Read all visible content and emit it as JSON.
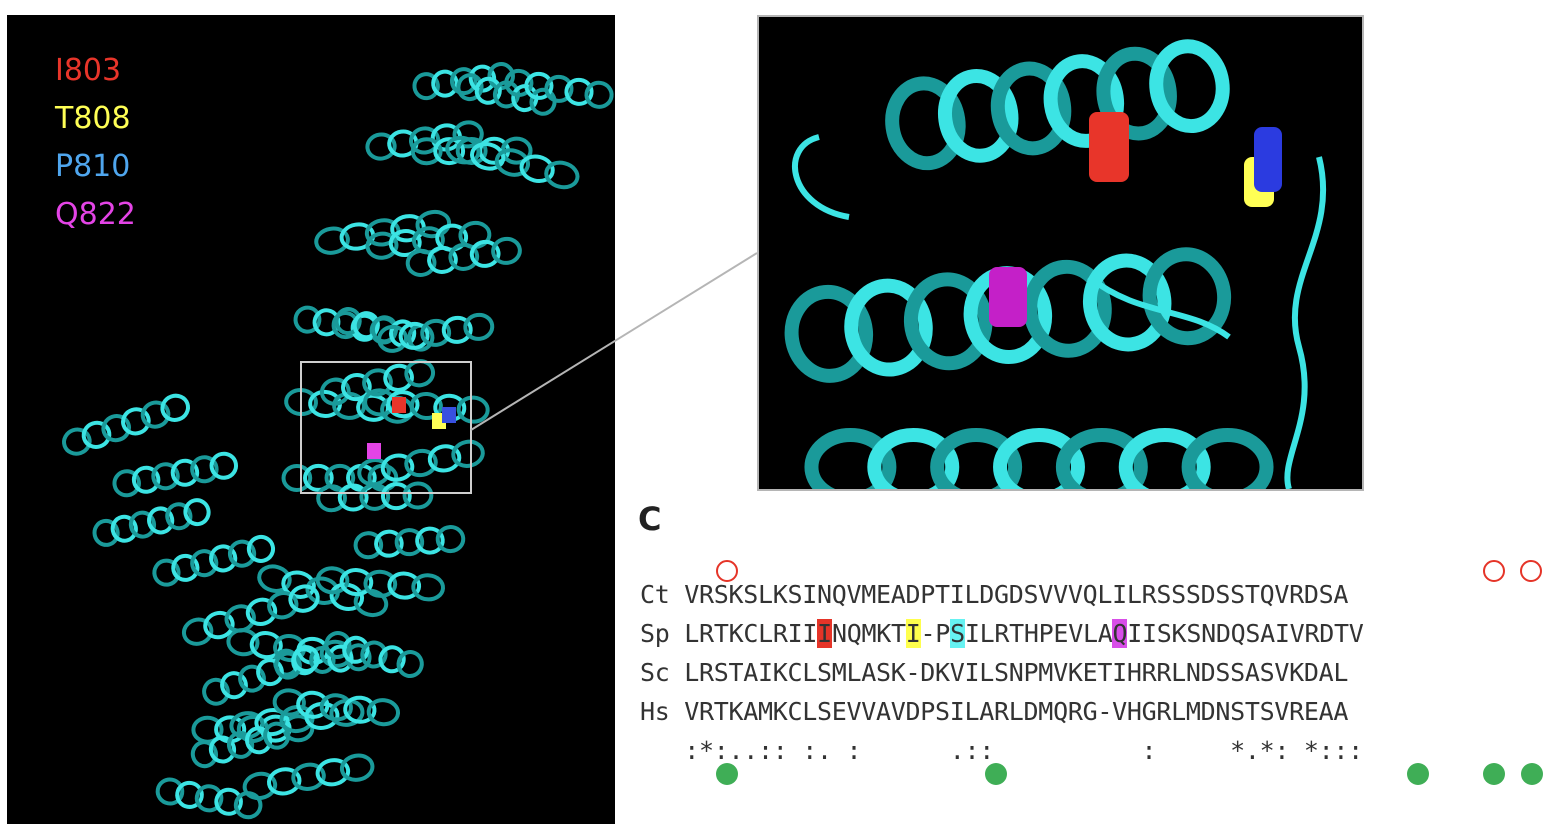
{
  "legend": [
    {
      "label": "I803",
      "color": "#e8352a"
    },
    {
      "label": "T808",
      "color": "#ffff55"
    },
    {
      "label": "P810",
      "color": "#4fa6ee"
    },
    {
      "label": "Q822",
      "color": "#e444e6"
    }
  ],
  "colors": {
    "helix": "#3ce4e4",
    "helix_dark": "#1a9a9a",
    "highlight_box": "#cfcfcf"
  },
  "panel_label": "C",
  "alignment": {
    "rows": [
      {
        "species": "Ct",
        "sequence": "VRSKSLKSINQVMEADPTILDGDSVVVQLILRSSSDSSTQVRDSA"
      },
      {
        "species": "Sp",
        "sequence": "LRTKCLRIIINQMKTI-PSILRTHPEVLAQIISKSNDQSAIVRDTV"
      },
      {
        "species": "Sc",
        "sequence": "LRSTAIKCLSMLASK-DKVILSNPMVKETIHRRLNDSSASVKDAL"
      },
      {
        "species": "Hs",
        "sequence": "VRTKAMKCLSEVVAVDPSILARLDMQRG-VHGRLMDNSTSVREAA"
      }
    ],
    "consensus": ":*:..:: :. :      .::          :     *.*: *:::",
    "sp_highlights": [
      {
        "position": 10,
        "color": "red"
      },
      {
        "position": 16,
        "color": "yellow"
      },
      {
        "position": 19,
        "color": "cyan"
      },
      {
        "position": 30,
        "color": "magenta"
      }
    ]
  }
}
